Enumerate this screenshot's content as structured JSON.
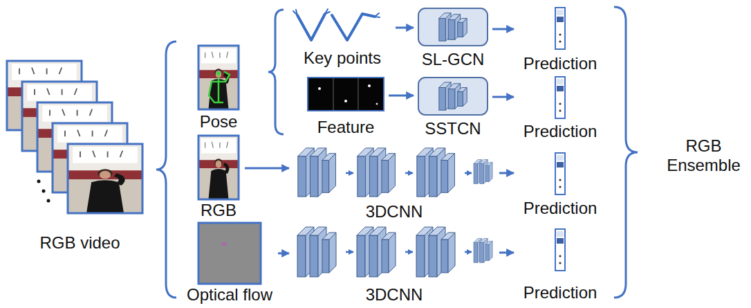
{
  "diagram": {
    "nodes": [
      {
        "text": [
          "RGB video"
        ]
      },
      {
        "text": [
          "Pose"
        ]
      },
      {
        "text": [
          "Key points"
        ]
      },
      {
        "text": [
          "SL-GCN"
        ]
      },
      {
        "text": [
          "Prediction"
        ]
      },
      {
        "text": [
          "Feature"
        ]
      },
      {
        "text": [
          "SSTCN"
        ]
      },
      {
        "text": [
          "Prediction"
        ]
      },
      {
        "text": [
          "RGB"
        ]
      },
      {
        "text": [
          "3DCNN"
        ]
      },
      {
        "text": [
          "Prediction"
        ]
      },
      {
        "text": [
          "Optical flow"
        ]
      },
      {
        "text": [
          "3DCNN"
        ]
      },
      {
        "text": [
          "Prediction"
        ]
      },
      {
        "text": [
          "RGB Ensemble"
        ]
      }
    ],
    "edges": [
      {
        "from": 2,
        "to": 3,
        "arrow": "to"
      },
      {
        "from": 3,
        "to": 4,
        "arrow": "to"
      },
      {
        "from": 5,
        "to": 6,
        "arrow": "to"
      },
      {
        "from": 6,
        "to": 7,
        "arrow": "to"
      },
      {
        "from": 8,
        "to": 9,
        "arrow": "to"
      },
      {
        "from": 9,
        "to": 10,
        "arrow": "to"
      },
      {
        "from": 11,
        "to": 12,
        "arrow": "to"
      },
      {
        "from": 12,
        "to": 13,
        "arrow": "to"
      }
    ]
  }
}
